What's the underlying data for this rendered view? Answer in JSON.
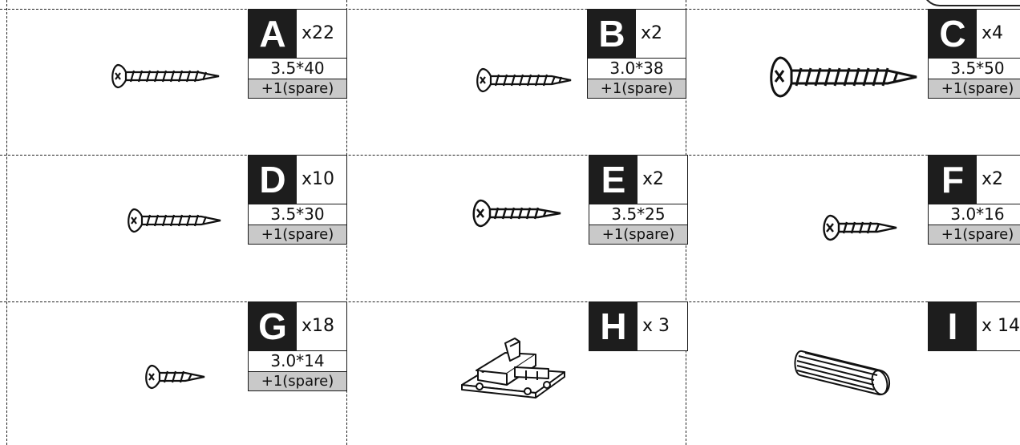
{
  "parts": [
    {
      "letter": "A",
      "qty": "x22",
      "size": "3.5*40",
      "spare": "+1(spare)"
    },
    {
      "letter": "B",
      "qty": "x2",
      "size": "3.0*38",
      "spare": "+1(spare)"
    },
    {
      "letter": "C",
      "qty": "x4",
      "size": "3.5*50",
      "spare": "+1(spare)"
    },
    {
      "letter": "D",
      "qty": "x10",
      "size": "3.5*30",
      "spare": "+1(spare)"
    },
    {
      "letter": "E",
      "qty": "x2",
      "size": "3.5*25",
      "spare": "+1(spare)"
    },
    {
      "letter": "F",
      "qty": "x2",
      "size": "3.0*16",
      "spare": "+1(spare)"
    },
    {
      "letter": "G",
      "qty": "x18",
      "size": "3.0*14",
      "spare": "+1(spare)"
    },
    {
      "letter": "H",
      "qty": "x 3"
    },
    {
      "letter": "I",
      "qty": "x 14"
    }
  ]
}
